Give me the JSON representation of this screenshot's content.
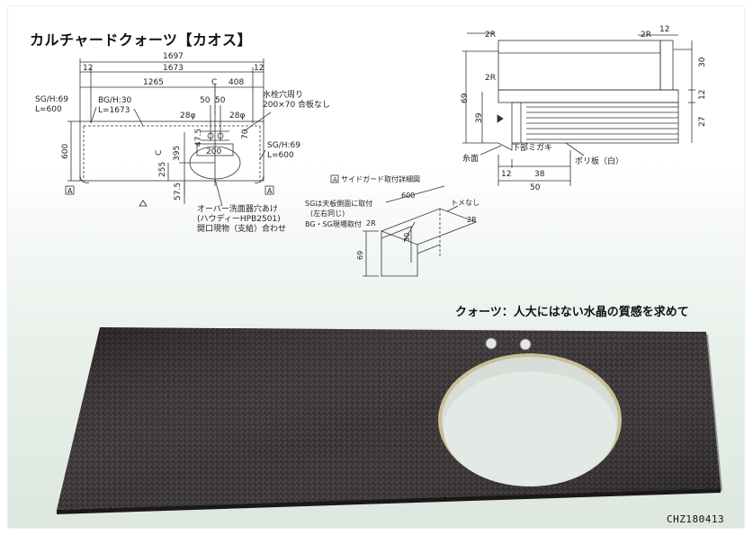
{
  "title": "カルチャードクォーツ【カオス】",
  "tagline": "クォーツ：人大にはない水晶の質感を求めて",
  "product_code": "CHZ180413",
  "plan": {
    "dim_total": "1697",
    "dim_12_left": "12",
    "dim_1673": "1673",
    "dim_12_right": "12",
    "dim_1265": "1265",
    "dim_c": "C",
    "dim_408": "408",
    "sg_left_h": "SG/H:69",
    "sg_left_l": "L=600",
    "bg_h": "BG/H:30",
    "bg_l": "L=1673",
    "dim_50a": "50",
    "dim_50b": "50",
    "faucet_note1": "水栓穴周り",
    "faucet_note2": "200×70 合板なし",
    "hole_28a": "28φ",
    "hole_28b": "28φ",
    "dim_70": "70",
    "dim_475": "47.5",
    "dim_200": "200",
    "sg_right_h": "SG/H:69",
    "sg_right_l": "L=600",
    "dim_600": "600",
    "dim_c2": "C",
    "dim_395": "395",
    "dim_255": "255",
    "dim_575": "57.5",
    "marker_a": "A",
    "basin_note1": "オーバー洗面器穴あけ",
    "basin_note2": "(ハウディーHPB2501)",
    "basin_note3": "開口現物（支給）合わせ"
  },
  "section": {
    "r_top_left": "2R",
    "r_top_right": "2R",
    "dim_12_top": "12",
    "dim_30": "30",
    "r_mid": "2R",
    "dim_69": "69",
    "dim_12_mid": "12",
    "dim_39": "39",
    "dim_27": "27",
    "edge_label": "糸面",
    "bottom_mitre": "下部ミガキ",
    "poly_board": "ポリ板（白）",
    "dim_12_bottom": "12",
    "dim_38": "38",
    "dim_50": "50"
  },
  "side_detail": {
    "title": "サイドガード取付詳細図",
    "marker": "A",
    "dim_600": "600",
    "mitre_none": "トメなし",
    "note1": "SGは天板側面に取付",
    "note2": "(左右同じ)",
    "note3": "BG・SG現場取付",
    "r_left": "2R",
    "r_right": "2R",
    "dim_30": "30",
    "dim_69": "69"
  }
}
